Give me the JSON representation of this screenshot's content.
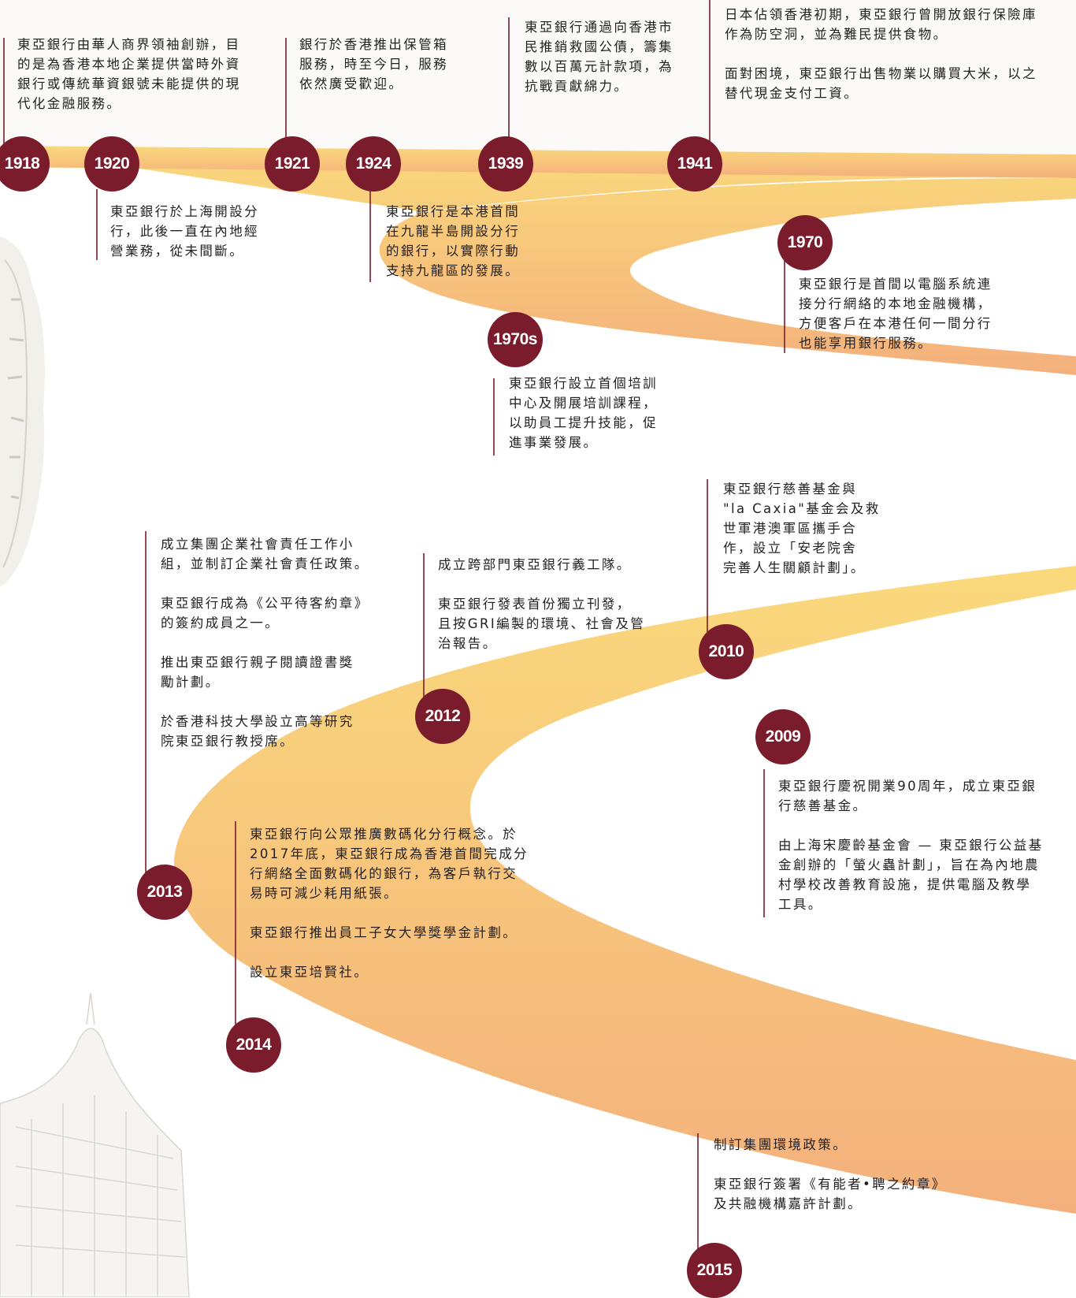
{
  "colors": {
    "marker": "#7b1c2c",
    "band_light": "#fad97c",
    "band_dark": "#f4b07c",
    "line": "#7b1c2c",
    "text": "#231f20"
  },
  "decorations": {
    "left_seal": "vintage-bank-seal-illustration",
    "left_building": "vintage-bank-building-sketch"
  },
  "events": [
    {
      "id": "1918",
      "year": "1918",
      "paragraphs": [
        "東亞銀行由華人商界領袖創辦，目\n的是為香港本地企業提供當時外資\n銀行或傳統華資銀號未能提供的現\n代化金融服務。"
      ]
    },
    {
      "id": "1920",
      "year": "1920",
      "paragraphs": [
        "東亞銀行於上海開設分\n行，此後一直在內地經\n營業務，從未間斷。"
      ]
    },
    {
      "id": "1921",
      "year": "1921",
      "paragraphs": [
        "銀行於香港推出保管箱\n服務，時至今日，服務\n依然廣受歡迎。"
      ]
    },
    {
      "id": "1924",
      "year": "1924",
      "paragraphs": [
        "東亞銀行是本港首間\n在九龍半島開設分行\n的銀行，以實際行動\n支持九龍區的發展。"
      ]
    },
    {
      "id": "1939",
      "year": "1939",
      "paragraphs": [
        "東亞銀行通過向香港市\n民推銷救國公債，籌集\n數以百萬元計款項，為\n抗戰貢獻綿力。"
      ]
    },
    {
      "id": "1941",
      "year": "1941",
      "paragraphs": [
        "日本佔領香港初期，東亞銀行曾開放銀行保險庫\n作為防空洞，並為難民提供食物。",
        "面對困境，東亞銀行出售物業以購買大米，以之\n替代現金支付工資。"
      ]
    },
    {
      "id": "1970",
      "year": "1970",
      "paragraphs": [
        "東亞銀行是首間以電腦系統連\n接分行網絡的本地金融機構，\n方便客戶在本港任何一間分行\n也能享用銀行服務。"
      ]
    },
    {
      "id": "1970s",
      "year": "1970s",
      "paragraphs": [
        "東亞銀行設立首個培訓\n中心及開展培訓課程，\n以助員工提升技能，促\n進事業發展。"
      ]
    },
    {
      "id": "2010",
      "year": "2010",
      "paragraphs": [
        "東亞銀行慈善基金與\n\"la Caxia\"基金会及救\n世軍港澳軍區攜手合\n作，設立「安老院舍\n完善人生關顧計劃」。"
      ]
    },
    {
      "id": "2012",
      "year": "2012",
      "paragraphs": [
        "成立跨部門東亞銀行義工隊。",
        "東亞銀行發表首份獨立刊發，\n且按GRI編製的環境、社會及管\n治報告。"
      ]
    },
    {
      "id": "2013",
      "year": "2013",
      "paragraphs": [
        "成立集團企業社會責任工作小\n組，並制訂企業社會責任政策。",
        "東亞銀行成為《公平待客約章》\n的簽約成員之一。",
        "推出東亞銀行親子閱讀證書獎\n勵計劃。",
        "於香港科技大學設立高等研究\n院東亞銀行教授席。"
      ]
    },
    {
      "id": "2009",
      "year": "2009",
      "paragraphs": [
        "東亞銀行慶祝開業90周年，成立東亞銀\n行慈善基金。",
        "由上海宋慶齡基金會 — 東亞銀行公益基\n金創辦的「螢火蟲計劃」，旨在為內地農\n村學校改善教育設施，提供電腦及教學\n工具。"
      ]
    },
    {
      "id": "2014",
      "year": "2014",
      "paragraphs": [
        "東亞銀行向公眾推廣數碼化分行概念。於\n2017年底，東亞銀行成為香港首間完成分\n行網絡全面數碼化的銀行，為客戶執行交\n易時可減少耗用紙張。",
        "東亞銀行推出員工子女大學獎學金計劃。",
        "設立東亞培賢社。"
      ]
    },
    {
      "id": "2015",
      "year": "2015",
      "paragraphs": [
        "制訂集團環境政策。",
        "東亞銀行簽署《有能者•聘之約章》\n及共融機構嘉許計劃。"
      ]
    }
  ]
}
